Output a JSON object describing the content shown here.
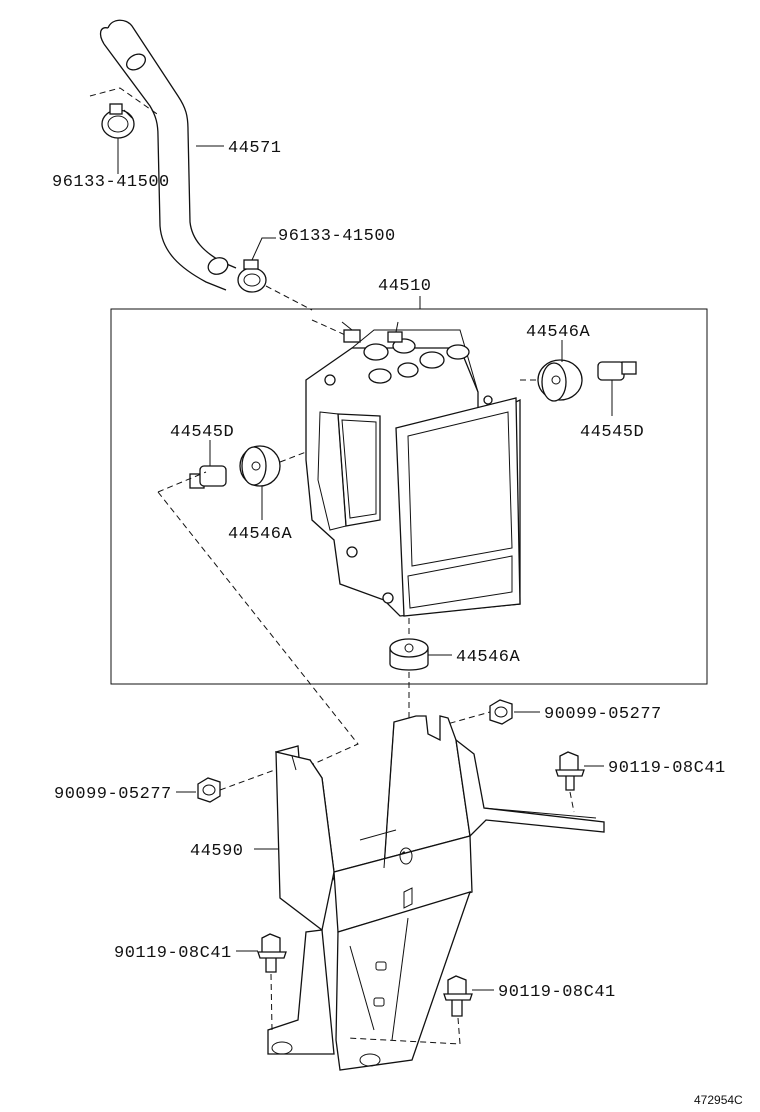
{
  "labels": {
    "hose": "44571",
    "clamp_top": "96133-41500",
    "clamp_mid": "96133-41500",
    "actuator_assy": "44510",
    "cushion_right": "44546A",
    "collar_right": "44545D",
    "collar_left": "44545D",
    "cushion_left": "44546A",
    "cushion_bottom": "44546A",
    "nut_right": "90099-05277",
    "nut_left": "90099-05277",
    "bolt_right": "90119-08C41",
    "bracket": "44590",
    "bolt_left": "90119-08C41",
    "bolt_bottom": "90119-08C41"
  },
  "figure_number": "472954C"
}
